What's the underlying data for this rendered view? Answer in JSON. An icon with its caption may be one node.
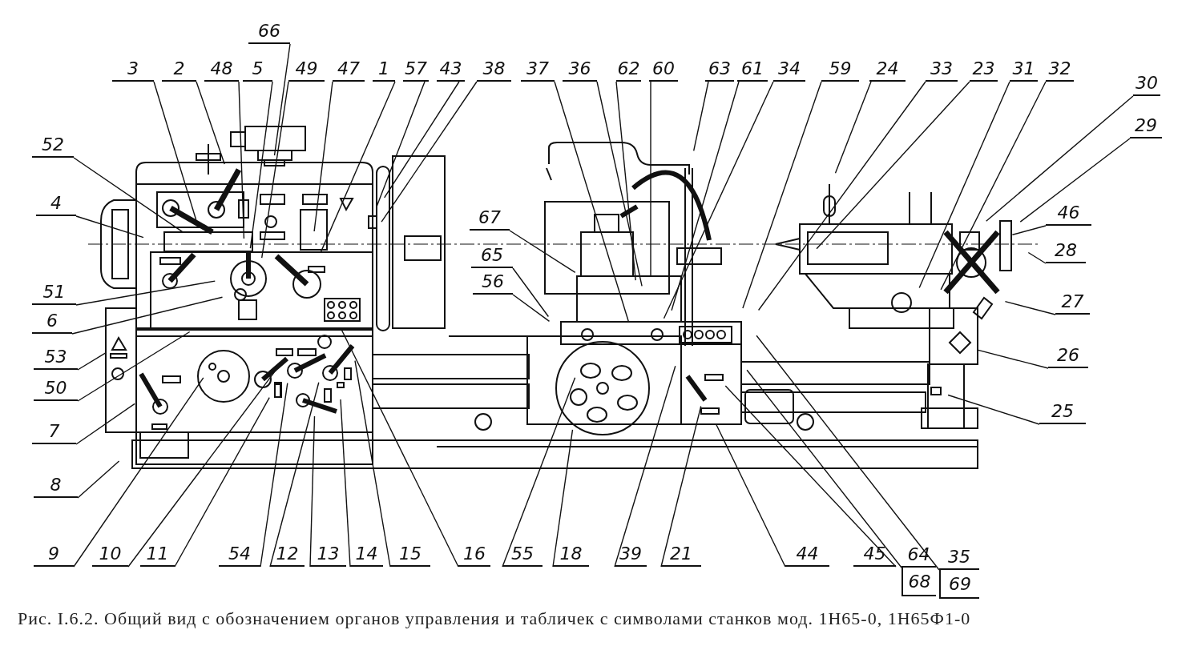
{
  "diagram": {
    "caption": "Рис. I.6.2. Общий вид с обозначением органов управления и табличек с символами станков мод. 1Н65-0, 1Н65Ф1-0",
    "nodes": [
      {
        "text": [
          "66"
        ]
      },
      {
        "text": [
          "3"
        ]
      },
      {
        "text": [
          "2"
        ]
      },
      {
        "text": [
          "48"
        ]
      },
      {
        "text": [
          "5"
        ]
      },
      {
        "text": [
          "49"
        ]
      },
      {
        "text": [
          "47"
        ]
      },
      {
        "text": [
          "1"
        ]
      },
      {
        "text": [
          "57"
        ]
      },
      {
        "text": [
          "43"
        ]
      },
      {
        "text": [
          "38"
        ]
      },
      {
        "text": [
          "37"
        ]
      },
      {
        "text": [
          "36"
        ]
      },
      {
        "text": [
          "62"
        ]
      },
      {
        "text": [
          "60"
        ]
      },
      {
        "text": [
          "63"
        ]
      },
      {
        "text": [
          "61"
        ]
      },
      {
        "text": [
          "34"
        ]
      },
      {
        "text": [
          "59"
        ]
      },
      {
        "text": [
          "24"
        ]
      },
      {
        "text": [
          "33"
        ]
      },
      {
        "text": [
          "23"
        ]
      },
      {
        "text": [
          "31"
        ]
      },
      {
        "text": [
          "32"
        ]
      },
      {
        "text": [
          "30"
        ]
      },
      {
        "text": [
          "29"
        ]
      },
      {
        "text": [
          "52"
        ]
      },
      {
        "text": [
          "46"
        ]
      },
      {
        "text": [
          "4"
        ]
      },
      {
        "text": [
          "67"
        ]
      },
      {
        "text": [
          "28"
        ]
      },
      {
        "text": [
          "65"
        ]
      },
      {
        "text": [
          "51"
        ]
      },
      {
        "text": [
          "56"
        ]
      },
      {
        "text": [
          "27"
        ]
      },
      {
        "text": [
          "6"
        ]
      },
      {
        "text": [
          "53"
        ]
      },
      {
        "text": [
          "26"
        ]
      },
      {
        "text": [
          "50"
        ]
      },
      {
        "text": [
          "25"
        ]
      },
      {
        "text": [
          "7"
        ]
      },
      {
        "text": [
          "8"
        ]
      },
      {
        "text": [
          "9"
        ]
      },
      {
        "text": [
          "10"
        ]
      },
      {
        "text": [
          "11"
        ]
      },
      {
        "text": [
          "54"
        ]
      },
      {
        "text": [
          "12"
        ]
      },
      {
        "text": [
          "13"
        ]
      },
      {
        "text": [
          "14"
        ]
      },
      {
        "text": [
          "15"
        ]
      },
      {
        "text": [
          "16"
        ]
      },
      {
        "text": [
          "55"
        ]
      },
      {
        "text": [
          "18"
        ]
      },
      {
        "text": [
          "39"
        ]
      },
      {
        "text": [
          "21"
        ]
      },
      {
        "text": [
          "44"
        ]
      },
      {
        "text": [
          "45"
        ]
      },
      {
        "text": [
          "64",
          "68"
        ]
      },
      {
        "text": [
          "35",
          "69"
        ]
      }
    ],
    "edges": [
      {
        "from": 0,
        "to": null,
        "arrow": "none"
      },
      {
        "from": 1,
        "to": null,
        "arrow": "none"
      },
      {
        "from": 2,
        "to": null,
        "arrow": "none"
      },
      {
        "from": 3,
        "to": null,
        "arrow": "none"
      },
      {
        "from": 4,
        "to": null,
        "arrow": "none"
      },
      {
        "from": 5,
        "to": null,
        "arrow": "none"
      },
      {
        "from": 6,
        "to": null,
        "arrow": "none"
      },
      {
        "from": 7,
        "to": null,
        "arrow": "none"
      },
      {
        "from": 8,
        "to": null,
        "arrow": "none"
      },
      {
        "from": 9,
        "to": null,
        "arrow": "none"
      },
      {
        "from": 10,
        "to": null,
        "arrow": "none"
      },
      {
        "from": 11,
        "to": null,
        "arrow": "none"
      },
      {
        "from": 12,
        "to": null,
        "arrow": "none"
      },
      {
        "from": 13,
        "to": null,
        "arrow": "none"
      },
      {
        "from": 14,
        "to": null,
        "arrow": "none"
      },
      {
        "from": 15,
        "to": null,
        "arrow": "none"
      },
      {
        "from": 16,
        "to": null,
        "arrow": "none"
      },
      {
        "from": 17,
        "to": null,
        "arrow": "none"
      },
      {
        "from": 18,
        "to": null,
        "arrow": "none"
      },
      {
        "from": 19,
        "to": null,
        "arrow": "none"
      },
      {
        "from": 20,
        "to": null,
        "arrow": "none"
      },
      {
        "from": 21,
        "to": null,
        "arrow": "none"
      },
      {
        "from": 22,
        "to": null,
        "arrow": "none"
      },
      {
        "from": 23,
        "to": null,
        "arrow": "none"
      },
      {
        "from": 24,
        "to": null,
        "arrow": "none"
      },
      {
        "from": 25,
        "to": null,
        "arrow": "none"
      },
      {
        "from": 26,
        "to": null,
        "arrow": "none"
      },
      {
        "from": 27,
        "to": null,
        "arrow": "none"
      },
      {
        "from": 28,
        "to": null,
        "arrow": "none"
      },
      {
        "from": 29,
        "to": null,
        "arrow": "none"
      },
      {
        "from": 30,
        "to": null,
        "arrow": "none"
      },
      {
        "from": 31,
        "to": null,
        "arrow": "none"
      },
      {
        "from": 32,
        "to": null,
        "arrow": "none"
      },
      {
        "from": 33,
        "to": null,
        "arrow": "none"
      },
      {
        "from": 34,
        "to": null,
        "arrow": "none"
      },
      {
        "from": 35,
        "to": null,
        "arrow": "none"
      },
      {
        "from": 36,
        "to": null,
        "arrow": "none"
      },
      {
        "from": 37,
        "to": null,
        "arrow": "none"
      },
      {
        "from": 38,
        "to": null,
        "arrow": "none"
      },
      {
        "from": 39,
        "to": null,
        "arrow": "none"
      },
      {
        "from": 40,
        "to": null,
        "arrow": "none"
      },
      {
        "from": 41,
        "to": null,
        "arrow": "none"
      },
      {
        "from": 42,
        "to": null,
        "arrow": "none"
      },
      {
        "from": 43,
        "to": null,
        "arrow": "none"
      },
      {
        "from": 44,
        "to": null,
        "arrow": "none"
      },
      {
        "from": 45,
        "to": null,
        "arrow": "none"
      },
      {
        "from": 46,
        "to": null,
        "arrow": "none"
      },
      {
        "from": 47,
        "to": null,
        "arrow": "none"
      },
      {
        "from": 48,
        "to": null,
        "arrow": "none"
      },
      {
        "from": 49,
        "to": null,
        "arrow": "none"
      },
      {
        "from": 50,
        "to": null,
        "arrow": "none"
      },
      {
        "from": 51,
        "to": null,
        "arrow": "none"
      },
      {
        "from": 52,
        "to": null,
        "arrow": "none"
      },
      {
        "from": 53,
        "to": null,
        "arrow": "none"
      },
      {
        "from": 54,
        "to": null,
        "arrow": "none"
      },
      {
        "from": 55,
        "to": null,
        "arrow": "none"
      },
      {
        "from": 56,
        "to": null,
        "arrow": "none"
      },
      {
        "from": 57,
        "to": null,
        "arrow": "none"
      },
      {
        "from": 58,
        "to": null,
        "arrow": "none"
      }
    ]
  }
}
